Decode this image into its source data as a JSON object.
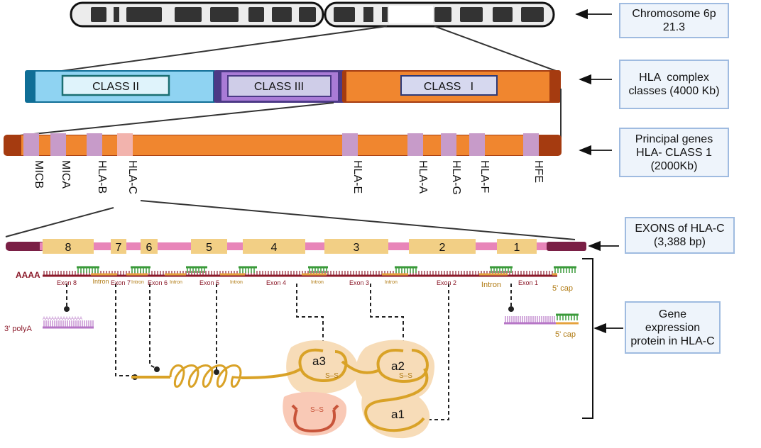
{
  "chromosome": {
    "label_line1": "Chromosome 6p",
    "label_line2": "21.3"
  },
  "complex": {
    "class2": "CLASS II",
    "class3": "CLASS III",
    "class1": "CLASS   I",
    "label_line1": "HLA  complex",
    "label_line2": "classes (4000 Kb)"
  },
  "genes": {
    "items": [
      "MICB",
      "MICA",
      "HLA-B",
      "HLA-C",
      "HLA-E",
      "HLA-A",
      "HLA-G",
      "HLA-F",
      "HFE"
    ],
    "label_line1": "Principal genes",
    "label_line2": "HLA- CLASS 1",
    "label_line3": "(2000Kb)"
  },
  "exons": {
    "numbers": [
      "8",
      "7",
      "6",
      "5",
      "4",
      "3",
      "2",
      "1"
    ],
    "label_line1": "EXONS of HLA-C",
    "label_line2": "(3,388 bp)"
  },
  "transcript": {
    "polyA_tail": "AAAA",
    "exon_labels": [
      "Exon 8",
      "Exon 7",
      "Exon 6",
      "Exon 5",
      "Exon 4",
      "Exon 3",
      "Exon 2",
      "Exon 1"
    ],
    "intron_labels": [
      "Intron",
      "Intron",
      "Intron",
      "Intron",
      "Intron",
      "Intron",
      "Intron"
    ],
    "five_cap": "5' cap",
    "polyA_label": "3' polyA",
    "polyA_seq": "AAAAAAAAAAAAAA",
    "five_cap_2": "5' cap"
  },
  "protein": {
    "domains": [
      "a3",
      "a2",
      "a1"
    ],
    "label_line1": "Gene",
    "label_line2": "expression",
    "label_line3": "protein in HLA-C"
  },
  "colors": {
    "class2": "#8fd3f2",
    "class3": "#a97bd6",
    "class1": "#f0862f",
    "gene_marker": "#c79bc9",
    "exon": "#f2cf85",
    "exon_track": "#e885b9",
    "mrna": "#8b1a2a",
    "protein": "#d9a227"
  }
}
